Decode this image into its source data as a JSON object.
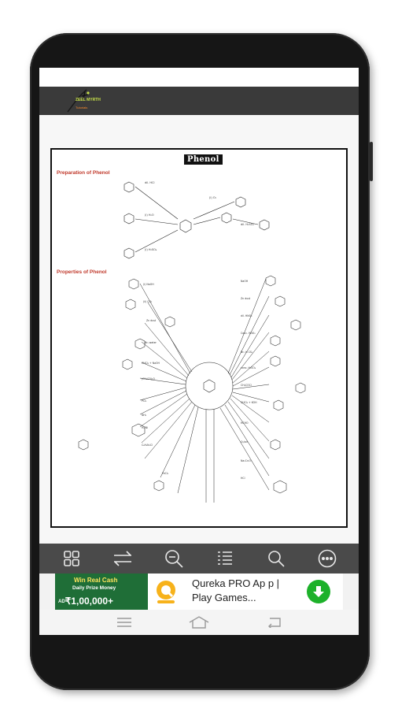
{
  "document": {
    "title": "Phenol",
    "section_preparation": "Preparation of Phenol",
    "section_properties": "Properties of Phenol"
  },
  "header": {
    "logo_text": "ZEEL MYRTH",
    "logo_sub": "Tutorials"
  },
  "toolbar": {
    "buttons": [
      "grid-view",
      "swap",
      "zoom-out",
      "outline-list",
      "search",
      "more"
    ]
  },
  "ad": {
    "banner_headline": "Win Real Cash",
    "banner_sub": "Daily Prize Money",
    "banner_prefix": "AD",
    "banner_amount": "₹1,00,000+",
    "app_title": "Qureka PRO Ap p | Play Games...",
    "brand_color": "#1f6e37",
    "cta_color": "#1db12a"
  },
  "nav": {
    "buttons": [
      "menu",
      "home",
      "back"
    ]
  },
  "colors": {
    "toolbar": "#4a4a4a",
    "header": "#3a3a3a",
    "section_heading": "#c0392b"
  }
}
